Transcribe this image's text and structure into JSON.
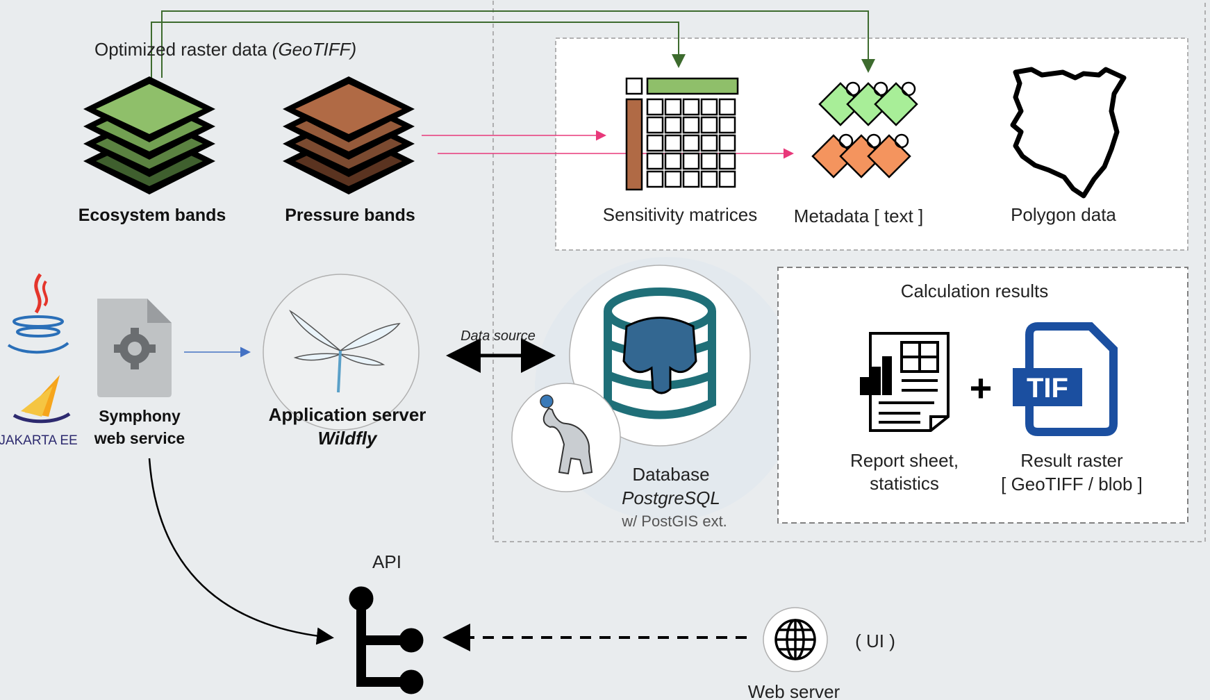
{
  "raster": {
    "title": "Optimized raster data",
    "title_format": "(GeoTIFF)",
    "ecosystem_label": "Ecosystem bands",
    "pressure_label": "Pressure bands"
  },
  "inputs": {
    "sensitivity_label": "Sensitivity matrices",
    "metadata_label": "Metadata [ text ]",
    "polygon_label": "Polygon data"
  },
  "stack": {
    "jakarta_label": "JAKARTA EE",
    "symphony_line1": "Symphony",
    "symphony_line2": "web service",
    "appserver_line1": "Application server",
    "appserver_line2": "Wildfly",
    "datasource_label": "Data source",
    "db_line1": "Database",
    "db_line2": "PostgreSQL",
    "db_line3": "w/ PostGIS ext."
  },
  "results": {
    "title": "Calculation results",
    "report_line1": "Report sheet,",
    "report_line2": "statistics",
    "plus": "+",
    "raster_line1": "Result raster",
    "raster_line2": "[ GeoTIFF / blob ]",
    "tif_badge": "TIF"
  },
  "bottom": {
    "api_label": "API",
    "ui_label": "( UI )",
    "webserver_label": "Web server"
  },
  "colors": {
    "green_arrow": "#3d6b2e",
    "pink_arrow": "#e8387a",
    "blue_arrow": "#4472c4",
    "eco_green": "#8fbf6a",
    "pressure_brown": "#b06a45",
    "matrix_header": "#8fbf6a",
    "matrix_side": "#b06a45",
    "postgres_teal": "#1f6f78",
    "tif_blue": "#1b4fa0"
  }
}
